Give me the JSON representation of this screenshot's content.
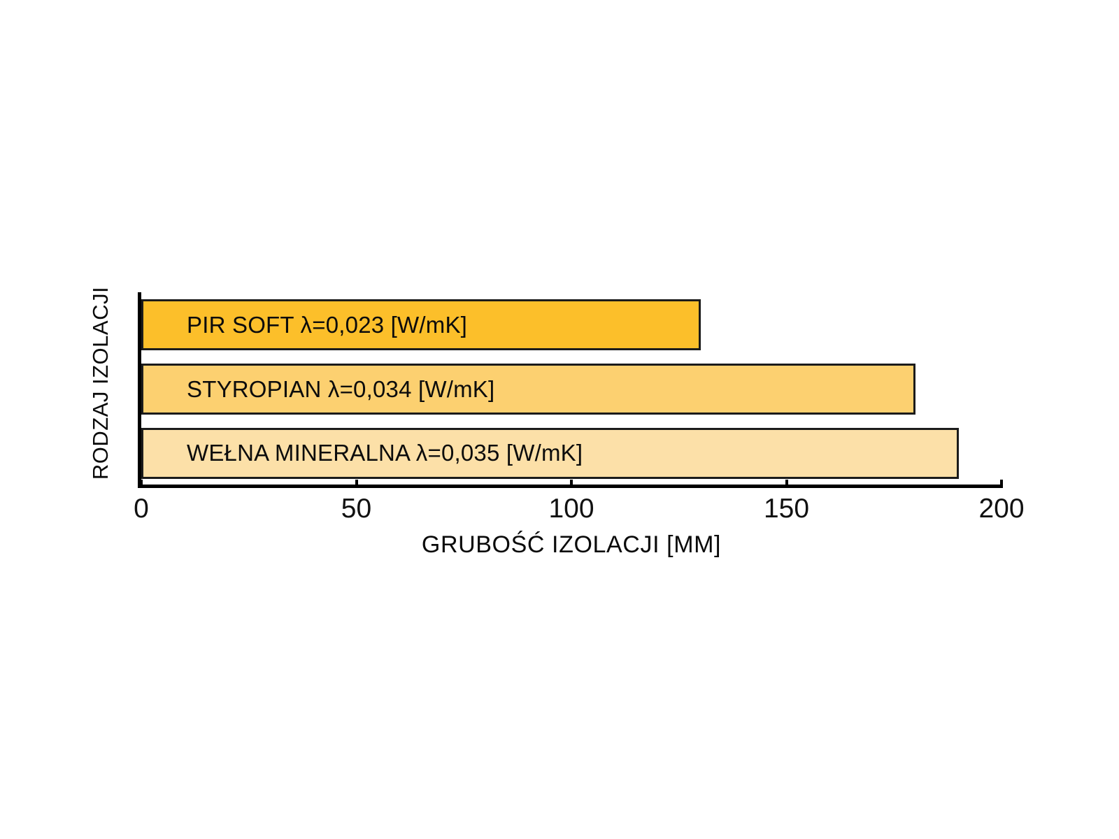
{
  "chart_data": {
    "type": "bar",
    "orientation": "horizontal",
    "title": "",
    "xlabel": "GRUBOŚĆ IZOLACJI [MM]",
    "ylabel": "RODZAJ IZOLACJI",
    "categories": [
      "PIR SOFT  λ=0,023 [W/mK]",
      "STYROPIAN  λ=0,034 [W/mK]",
      "WEŁNA MINERALNA  λ=0,035 [W/mK]"
    ],
    "values": [
      130,
      180,
      190
    ],
    "bar_colors": [
      "#FCBF2A",
      "#FCD070",
      "#FCE0A8"
    ],
    "bar_border_color": "#1B1B1B",
    "xlim": [
      0,
      200
    ],
    "xticks": [
      0,
      50,
      100,
      150,
      200
    ],
    "xtick_labels": [
      "0",
      "50",
      "100",
      "150",
      "200"
    ],
    "grid": false,
    "legend": "none",
    "background": "#FFFFFF",
    "units": "mm"
  },
  "axes": {
    "x_title": "GRUBOŚĆ IZOLACJI [MM]",
    "y_title": "RODZAJ IZOLACJI",
    "ticks": {
      "t0": "0",
      "t1": "50",
      "t2": "100",
      "t3": "150",
      "t4": "200"
    }
  },
  "bars": [
    {
      "label": "PIR SOFT  λ=0,023 [W/mK]",
      "value": 130,
      "color": "#FCBF2A"
    },
    {
      "label": "STYROPIAN  λ=0,034 [W/mK]",
      "value": 180,
      "color": "#FCD070"
    },
    {
      "label": "WEŁNA MINERALNA  λ=0,035 [W/mK]",
      "value": 190,
      "color": "#FCE0A8"
    }
  ]
}
